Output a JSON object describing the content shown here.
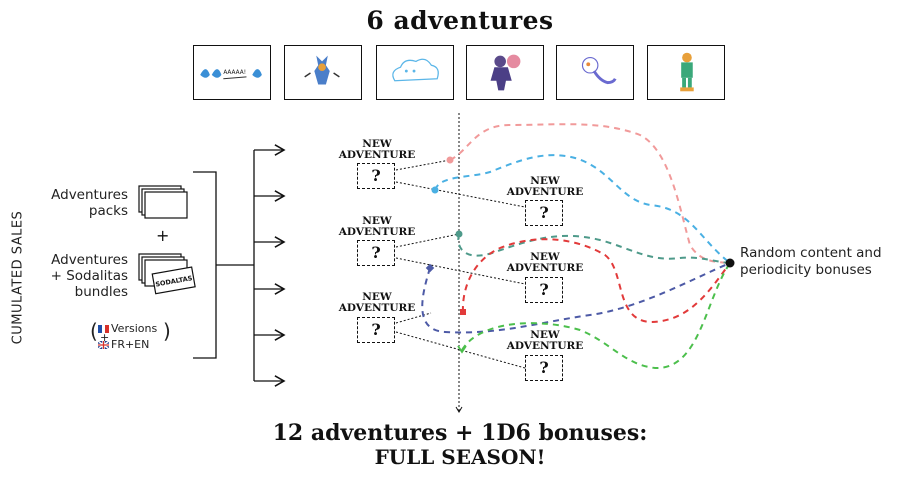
{
  "title": "6 adventures",
  "thumbnails": [
    {
      "icon": "fish-icon"
    },
    {
      "icon": "dragon-icon"
    },
    {
      "icon": "cloud-creature-icon"
    },
    {
      "icon": "ninja-icon"
    },
    {
      "icon": "ghost-icon"
    },
    {
      "icon": "knight-icon"
    }
  ],
  "side_label": "CUMULATED SALES",
  "products": {
    "packs": "Adventures\npacks",
    "plus": "+",
    "bundles": "Adventures\n+ Sodalitas\nbundles",
    "card_text": "SODALTAS",
    "versions_open": "(",
    "versions_line1": "Versions",
    "versions_plus": "+",
    "versions_line2": "FR+EN",
    "versions_close": ")"
  },
  "new_adventure_label": "NEW\nADVENTURE",
  "question_mark": "?",
  "random_content": "Random content and\nperiodicity bonuses",
  "bottom_line1": "12 adventures + 1D6 bonuses:",
  "bottom_line2": "FULL SEASON!",
  "colors": {
    "pink": "#f19a9a",
    "blue": "#4ab0e3",
    "teal": "#4e9a8a",
    "navy": "#4d5aa6",
    "red": "#e23a3a",
    "green": "#4cbf4c"
  }
}
